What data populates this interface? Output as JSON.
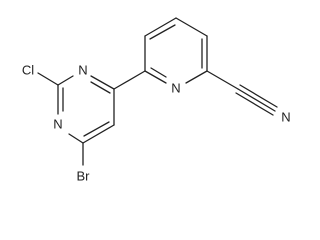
{
  "molecule": {
    "atoms": {
      "cl": "Cl",
      "n_pyrimidine_top": "N",
      "n_pyrimidine_bottom": "N",
      "br": "Br",
      "n_pyridine": "N",
      "n_nitrile": "N"
    }
  }
}
